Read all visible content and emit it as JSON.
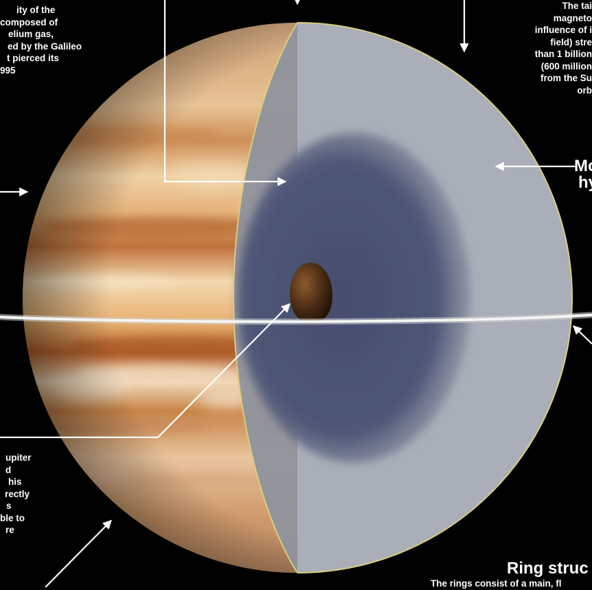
{
  "labels": {
    "atmosphere_partial": [
      "ity of the",
      "composed of",
      "elium gas,",
      "ed by the Galileo",
      "t pierced its",
      "995"
    ],
    "magnetotail_partial": [
      "The tai",
      "magneto",
      "influence of i",
      "field) stre",
      "than 1 billion",
      "(600 million",
      "from the Su",
      "orb"
    ],
    "metallic_hydrogen_title": [
      "Mo",
      "hy"
    ],
    "core_partial": [
      "upiter",
      "d",
      "his",
      "rectly",
      "s",
      "ble to",
      "",
      "re"
    ],
    "ring_structure_title": "Ring struc",
    "ring_structure_text": "The rings consist of a main, fl"
  },
  "colors": {
    "background": "#000000",
    "cutaway_outline": "#d9cf7a",
    "outer_layer": "#a9aeb8",
    "inner_layer": "#4f5677",
    "core": "#3a2210",
    "ring": "#e6e6e6"
  }
}
